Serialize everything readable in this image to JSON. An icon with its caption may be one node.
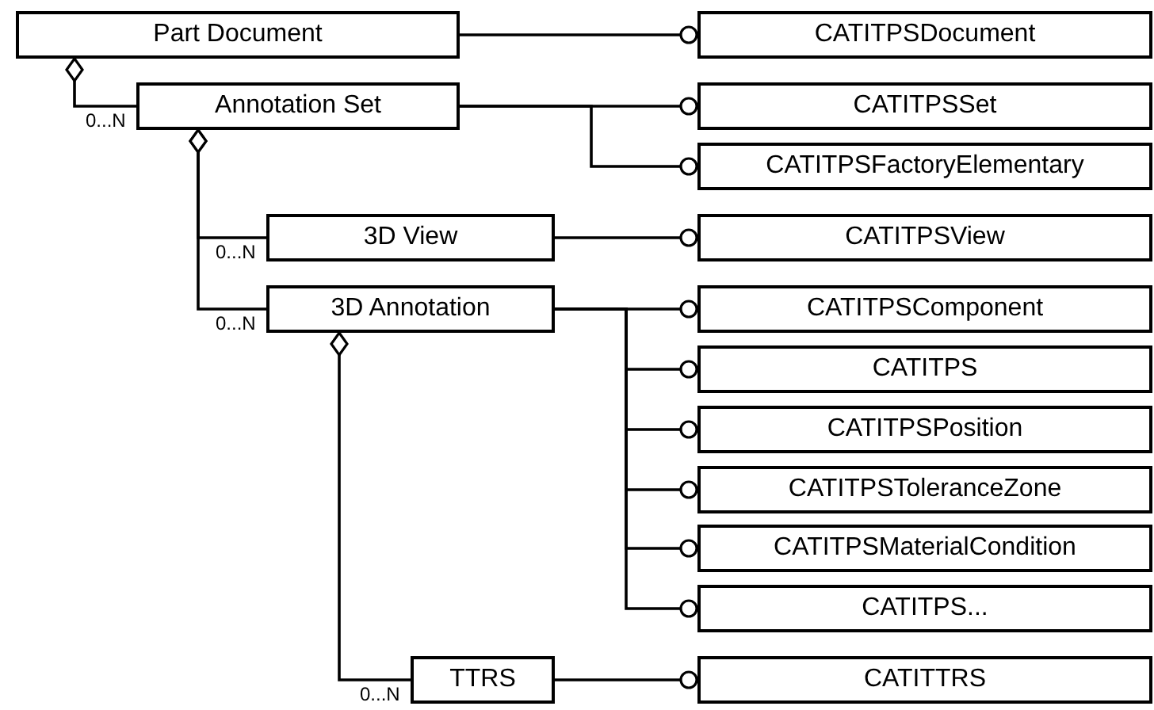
{
  "diagram": {
    "nodes": [
      {
        "text": [
          "Part Document"
        ]
      },
      {
        "text": [
          "Annotation Set"
        ]
      },
      {
        "text": [
          "3D View"
        ]
      },
      {
        "text": [
          "3D Annotation"
        ]
      },
      {
        "text": [
          "TTRS"
        ]
      },
      {
        "text": [
          "CATITPSDocument"
        ]
      },
      {
        "text": [
          "CATITPSSet"
        ]
      },
      {
        "text": [
          "CATITPSFactoryElementary"
        ]
      },
      {
        "text": [
          "CATITPSView"
        ]
      },
      {
        "text": [
          "CATITPSComponent"
        ]
      },
      {
        "text": [
          "CATITPS"
        ]
      },
      {
        "text": [
          "CATITPSPosition"
        ]
      },
      {
        "text": [
          "CATITPSToleranceZone"
        ]
      },
      {
        "text": [
          "CATITPSMaterialCondition"
        ]
      },
      {
        "text": [
          "CATITPS..."
        ]
      },
      {
        "text": [
          "CATITTRS"
        ]
      }
    ],
    "edges": [
      {
        "from": 0,
        "to": 1,
        "arrow": "other",
        "label": "0...N"
      },
      {
        "from": 1,
        "to": 2,
        "arrow": "other",
        "label": "0...N"
      },
      {
        "from": 1,
        "to": 3,
        "arrow": "other",
        "label": "0...N"
      },
      {
        "from": 3,
        "to": 4,
        "arrow": "other",
        "label": "0...N"
      },
      {
        "from": 0,
        "to": 5,
        "arrow": "other"
      },
      {
        "from": 1,
        "to": 6,
        "arrow": "other"
      },
      {
        "from": 1,
        "to": 7,
        "arrow": "other"
      },
      {
        "from": 2,
        "to": 8,
        "arrow": "other"
      },
      {
        "from": 3,
        "to": 9,
        "arrow": "other"
      },
      {
        "from": 3,
        "to": 10,
        "arrow": "other"
      },
      {
        "from": 3,
        "to": 11,
        "arrow": "other"
      },
      {
        "from": 3,
        "to": 12,
        "arrow": "other"
      },
      {
        "from": 3,
        "to": 13,
        "arrow": "other"
      },
      {
        "from": 3,
        "to": 14,
        "arrow": "other"
      },
      {
        "from": 4,
        "to": 15,
        "arrow": "other"
      }
    ]
  }
}
